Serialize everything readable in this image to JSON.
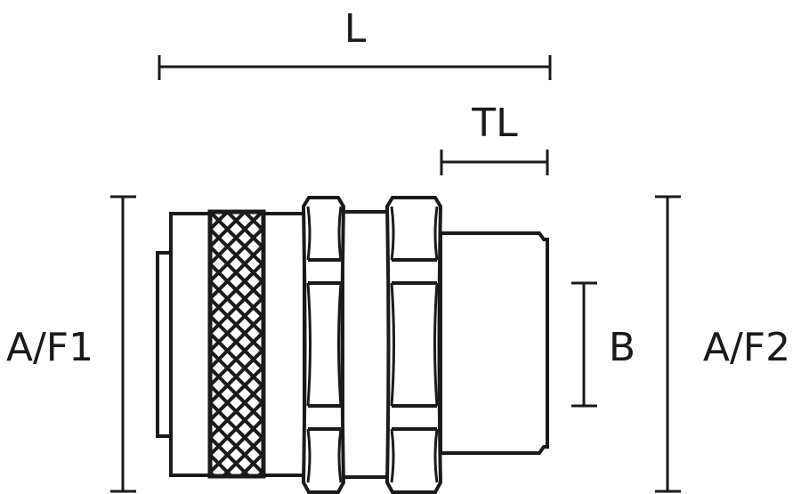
{
  "diagram": {
    "subject": "threaded coupling fitting side view",
    "line_color": "#1a1a1a",
    "background": "#ffffff",
    "dimensions": {
      "length": {
        "label": "L"
      },
      "thread_length": {
        "label": "TL"
      },
      "across_flats_1": {
        "label": "A/F1"
      },
      "across_flats_2": {
        "label": "A/F2"
      },
      "bore": {
        "label": "B"
      }
    }
  }
}
